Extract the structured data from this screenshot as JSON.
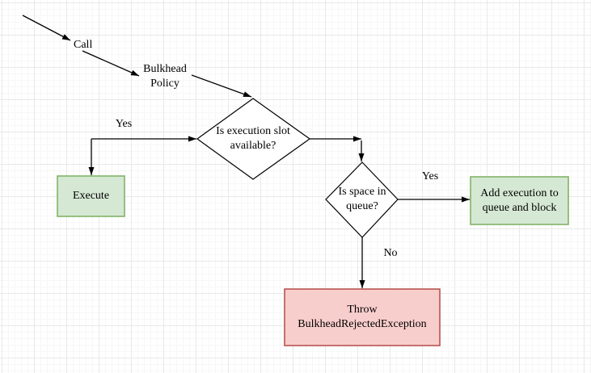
{
  "canvas": {
    "background": "#ffffff",
    "grid_minor_color": "#f7f7f7",
    "grid_major_color": "#e9e9e9",
    "edge_color": "#000000"
  },
  "nodes": {
    "slot_decision": {
      "label": "Is execution slot available?",
      "fill": "#ffffff",
      "border": "#000000"
    },
    "queue_decision": {
      "label": "Is space in queue?",
      "fill": "#ffffff",
      "border": "#000000"
    },
    "execute": {
      "label": "Execute",
      "fill": "#d5e8d4",
      "border": "#82b366"
    },
    "add_to_queue": {
      "label": "Add execution to queue and block",
      "fill": "#d5e8d4",
      "border": "#82b366"
    },
    "throw_exception": {
      "label": "Throw BulkheadRejectedException",
      "fill": "#f8cecc",
      "border": "#b85450"
    }
  },
  "edge_labels": {
    "call": "Call",
    "bulkhead_policy": "Bulkhead Policy",
    "slot_yes": "Yes",
    "queue_yes": "Yes",
    "queue_no": "No"
  }
}
